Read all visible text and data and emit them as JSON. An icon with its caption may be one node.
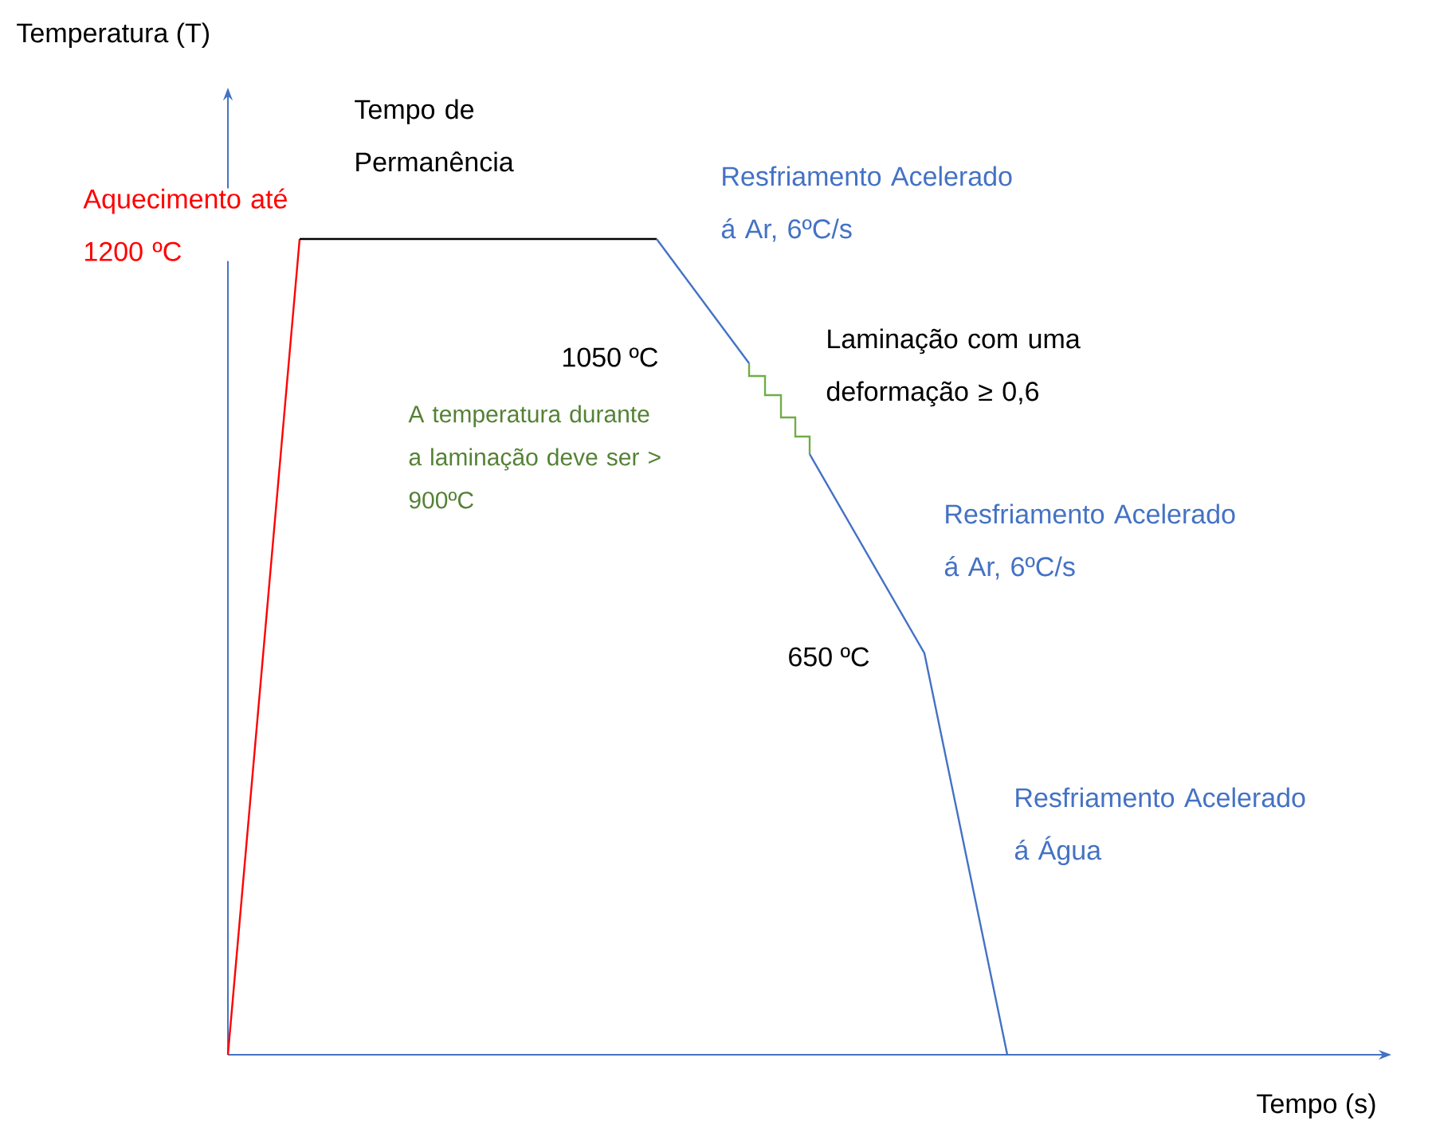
{
  "diagram": {
    "labels": [
      "Temperatura (T)",
      "Tempo de Permanência",
      "Aquecimento até 1200 ºC",
      "Resfriamento Acelerado á Ar, 6ºC/s",
      "1050 ºC",
      "Laminação com uma deformação ≥ 0,6",
      "A temperatura durante a laminação deve ser > 900ºC",
      "Resfriamento Acelerado á Ar, 6ºC/s",
      "650 ºC",
      "Resfriamento Acelerado á Água",
      "Tempo (s)"
    ]
  }
}
